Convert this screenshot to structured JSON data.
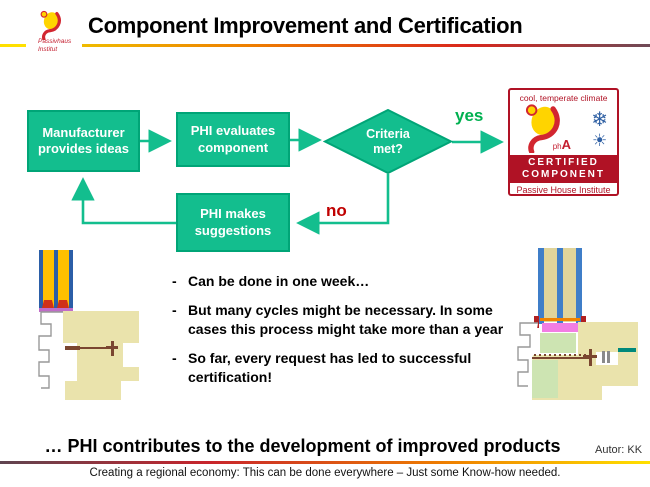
{
  "title": "Component Improvement and Certification",
  "logo": {
    "name_line1": "Passivhaus",
    "name_line2": "Institut"
  },
  "flowchart": {
    "manufacturer": "Manufacturer provides ideas",
    "evaluates": "PHI evaluates component",
    "criteria": "Criteria met?",
    "suggestions": "PHI makes suggestions",
    "yes_label": "yes",
    "no_label": "no"
  },
  "badge": {
    "climate": "cool, temperate climate",
    "ph": "ph",
    "cert_class": "A",
    "band_line1": "CERTIFIED",
    "band_line2": "COMPONENT",
    "institute": "Passive House Institute"
  },
  "icons": {
    "snowflake": "❄",
    "sun": "☀"
  },
  "bullets": {
    "marker": "-",
    "items": [
      "Can be done in one week…",
      "But many cycles might be necessary. In some cases this process might take more than a year",
      "So far, every request has led to successful certification!"
    ]
  },
  "conclusion": {
    "text": "… PHI contributes to the development of improved products",
    "author": "Autor: KK"
  },
  "footer": {
    "text": "Creating a regional economy: This can be done everywhere – Just some Know-how needed."
  },
  "colors": {
    "flow_green": "#13BE8E",
    "flow_green_border": "#00A577",
    "yes_green": "#00B050",
    "no_red": "#C00000",
    "badge_red": "#B01225",
    "icon_blue": "#2E5FA3",
    "frame_beige": "#EAE3AC",
    "insulation_green": "#CDE4B2"
  }
}
